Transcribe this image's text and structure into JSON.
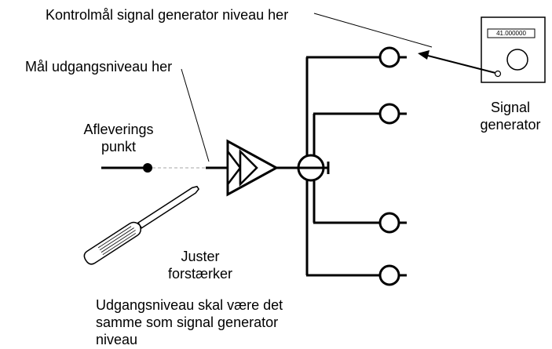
{
  "labels": {
    "control_level": "Kontrolmål signal generator niveau her",
    "measure_output": "Mål udgangsniveau her",
    "delivery_point": "Afleverings\npunkt",
    "adjust_amplifier": "Juster\nforstærker",
    "note": "Udgangsniveau skal være det\nsamme som signal generator\nniveau",
    "signal_generator": "Signal\ngenerator"
  },
  "signal_generator": {
    "frequency_display": "41.000000"
  },
  "colors": {
    "line": "#000000",
    "dashed_cable": "#b8b8b8",
    "screwdriver_fill": "#ffffff"
  },
  "icons": {
    "amplifier": "double-triangle-amplifier-icon",
    "splitter": "circle-splitter-icon",
    "outlet": "outlet-socket-icon",
    "screwdriver": "screwdriver-icon",
    "generator": "signal-generator-icon"
  }
}
